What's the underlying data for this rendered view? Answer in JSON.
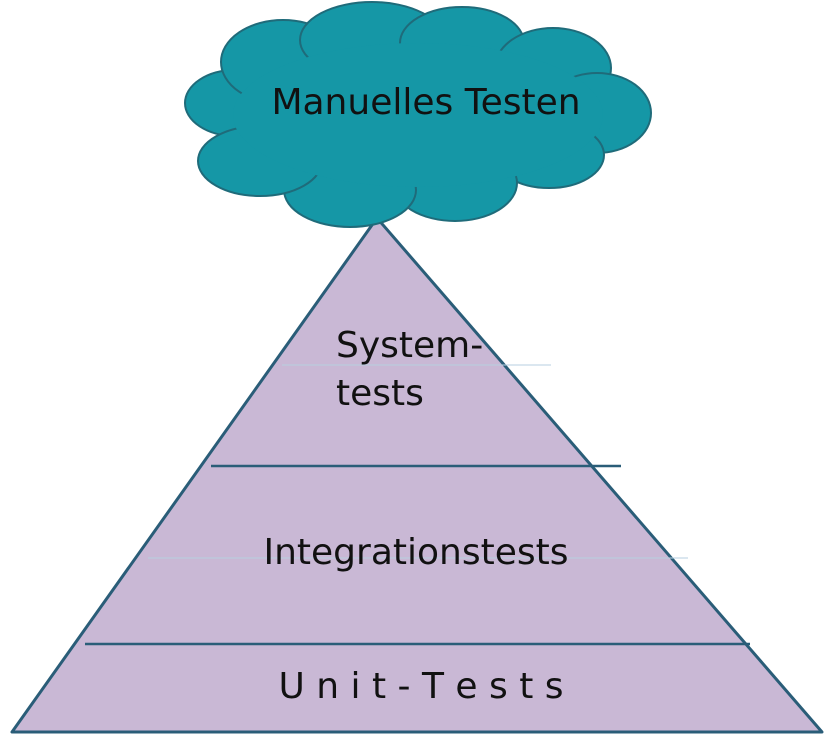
{
  "cloud": {
    "label": "Manuelles Testen"
  },
  "pyramid": {
    "layers": [
      {
        "line1": "System-",
        "line2": "tests"
      },
      {
        "label": "Integrationstests"
      },
      {
        "label": "U n i t - T e s t s"
      }
    ]
  },
  "colors": {
    "cloud_fill": "#1597a6",
    "cloud_stroke": "#1f6b7a",
    "pyramid_fill": "#c9b8d5",
    "pyramid_stroke": "#2a5d78"
  }
}
